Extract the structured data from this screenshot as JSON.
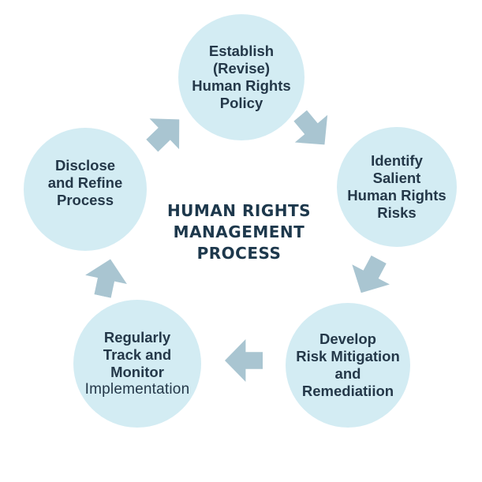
{
  "diagram": {
    "title_lines": [
      "HUMAN RIGHTS",
      "MANAGEMENT",
      "PROCESS"
    ],
    "nodes": [
      {
        "id": "establish",
        "lines": [
          "Establish",
          "(Revise)",
          "Human Rights",
          "Policy"
        ]
      },
      {
        "id": "identify",
        "lines": [
          "Identify",
          "Salient",
          "Human Rights",
          "Risks"
        ]
      },
      {
        "id": "develop",
        "lines": [
          "Develop",
          "Risk Mitigation",
          "and",
          "Remediatiion"
        ]
      },
      {
        "id": "track",
        "lines": [
          "Regularly",
          "Track and",
          "Monitor",
          "Implementation"
        ]
      },
      {
        "id": "disclose",
        "lines": [
          "Disclose",
          "and Refine",
          "Process"
        ]
      }
    ],
    "arrows": [
      {
        "from": "disclose",
        "to": "establish"
      },
      {
        "from": "establish",
        "to": "identify"
      },
      {
        "from": "identify",
        "to": "develop"
      },
      {
        "from": "develop",
        "to": "track"
      },
      {
        "from": "track",
        "to": "disclose"
      }
    ],
    "colors": {
      "circle_fill": "#d3ecf3",
      "arrow_fill": "#a9c5d1",
      "node_text": "#243849",
      "title_text": "#1d384c",
      "background": "#ffffff"
    }
  }
}
